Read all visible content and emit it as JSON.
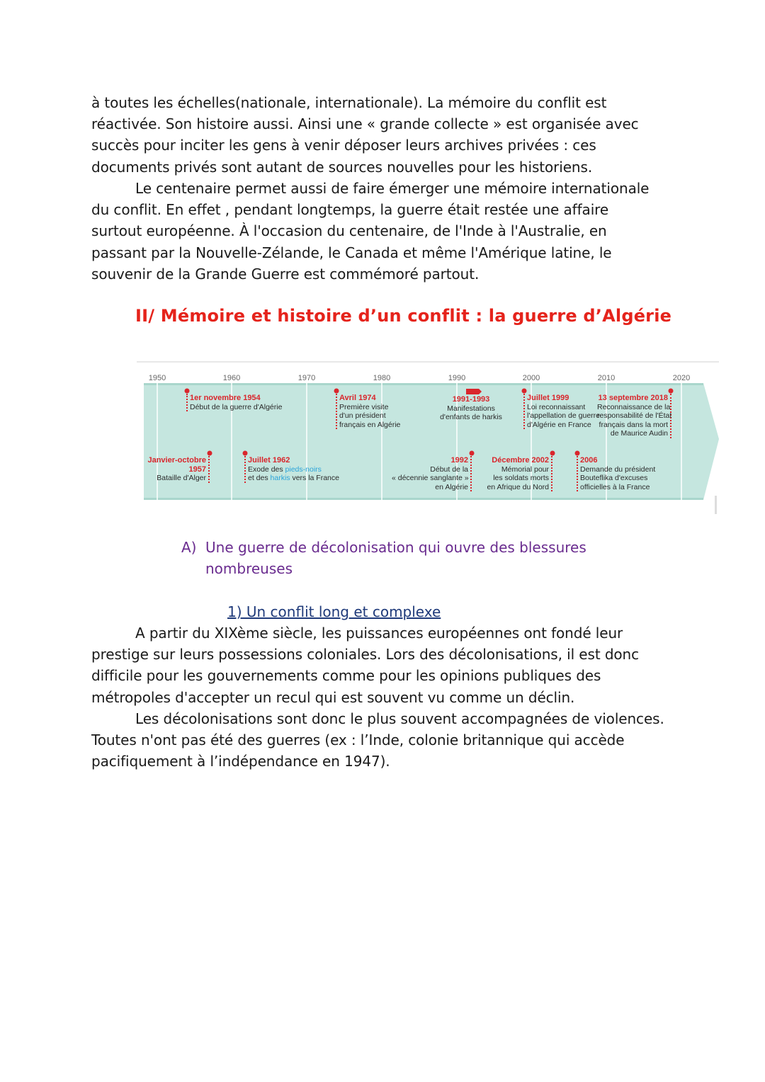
{
  "intro": {
    "lines": [
      "à toutes les échelles(nationale, internationale). La mémoire du conflit est",
      "réactivée. Son histoire aussi. Ainsi une « grande collecte » est organisée avec",
      "succès pour inciter les gens à venir déposer leurs archives privées : ces",
      "documents privés sont autant de sources nouvelles pour les historiens."
    ]
  },
  "centenaire": {
    "lines": [
      "Le centenaire permet aussi de faire émerger une mémoire internationale",
      "du conflit. En effet , pendant longtemps, la guerre était restée une affaire",
      "surtout européenne. À l'occasion du centenaire, de l'Inde à l'Australie, en",
      "passant par la Nouvelle-Zélande, le Canada et même l'Amérique latine, le",
      "souvenir de la Grande Guerre est commémoré partout."
    ]
  },
  "section_title": "II/ Mémoire et histoire d’un conflit : la guerre d’Algérie",
  "timeline": {
    "years": [
      "1950",
      "1960",
      "1970",
      "1980",
      "1990",
      "2000",
      "2010",
      "2020"
    ],
    "events_top": [
      {
        "date": "1er novembre 1954",
        "text": [
          "Début de la guerre d'Algérie"
        ]
      },
      {
        "date": "Avril 1974",
        "text": [
          "Première visite",
          "d'un président",
          "français en Algérie"
        ]
      },
      {
        "date": "1991-1993",
        "text": [
          "Manifestations",
          "d'enfants de harkis"
        ]
      },
      {
        "date": "Juillet 1999",
        "text": [
          "Loi reconnaissant",
          "l'appellation de guerre",
          "d'Algérie en France"
        ]
      },
      {
        "date": "13 septembre 2018",
        "text": [
          "Reconnaissance de la",
          "responsabilité de l'État",
          "français dans la mort",
          "de Maurice Audin"
        ]
      }
    ],
    "events_bottom": [
      {
        "date": "Janvier-octobre",
        "date2": "1957",
        "text": [
          "Bataille d'Alger"
        ]
      },
      {
        "date": "Juillet 1962",
        "text_a": "Exode des ",
        "text_hl1": "pieds-noirs",
        "text_b": "et des ",
        "text_hl2": "harkis",
        "text_c": " vers la France"
      },
      {
        "date": "1992",
        "text": [
          "Début de la",
          "« décennie sanglante »",
          "en Algérie"
        ]
      },
      {
        "date": "Décembre 2002",
        "text": [
          "Mémorial pour",
          "les soldats morts",
          "en Afrique du Nord"
        ]
      },
      {
        "date": "2006",
        "text": [
          "Demande du président",
          "Bouteflika d'excuses",
          "officielles à la France"
        ]
      }
    ]
  },
  "sub_a": {
    "letter": "A)",
    "lines": [
      "Une guerre de décolonisation qui ouvre des blessures",
      "nombreuses"
    ]
  },
  "sub_1": "1) Un conflit long et complexe",
  "body1": {
    "lines": [
      "A partir du XIXème siècle, les puissances européennes ont fondé leur",
      "prestige sur leurs possessions coloniales. Lors des décolonisations, il est donc",
      "difficile pour les gouvernements comme pour les opinions publiques des",
      "métropoles d'accepter un recul qui est souvent vu comme un déclin."
    ]
  },
  "body2": {
    "lines": [
      "Les décolonisations sont donc le plus souvent accompagnées de violences.",
      "Toutes n'ont pas été des guerres (ex : l’Inde, colonie britannique qui accède",
      "pacifiquement à l’indépendance en 1947)."
    ]
  },
  "colors": {
    "heading": "#e5231b",
    "sub_a": "#6a2c8f",
    "sub_1": "#1f3a7a",
    "timeline_band": "#c5e6df",
    "timeline_date": "#d9262c"
  }
}
